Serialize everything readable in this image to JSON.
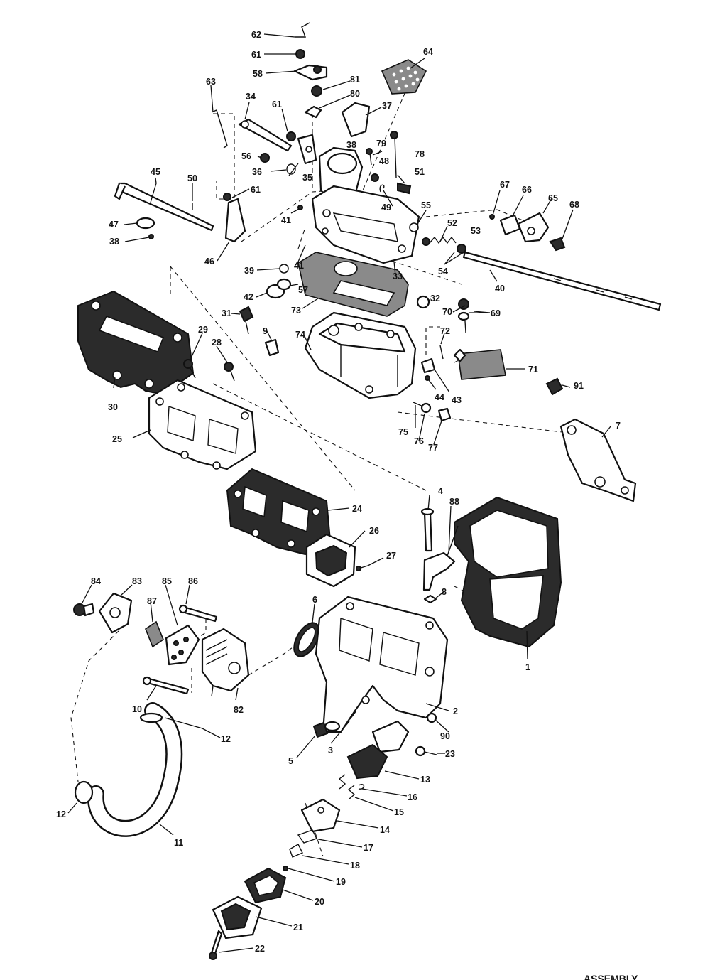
{
  "footer_text": "…ASSEMBLY",
  "callouts": [
    "62",
    "61",
    "58",
    "64",
    "81",
    "80",
    "63",
    "34",
    "61",
    "37",
    "38",
    "79",
    "48",
    "78",
    "56",
    "36",
    "35",
    "51",
    "45",
    "50",
    "61",
    "49",
    "41",
    "55",
    "67",
    "66",
    "65",
    "68",
    "52",
    "53",
    "47",
    "38",
    "46",
    "39",
    "41",
    "33",
    "54",
    "40",
    "42",
    "57",
    "73",
    "32",
    "70",
    "69",
    "31",
    "9",
    "74",
    "72",
    "71",
    "29",
    "28",
    "43",
    "44",
    "91",
    "30",
    "75",
    "76",
    "77",
    "7",
    "25",
    "24",
    "4",
    "88",
    "26",
    "27",
    "84",
    "83",
    "85",
    "86",
    "87",
    "6",
    "8",
    "1",
    "10",
    "82",
    "12",
    "2",
    "90",
    "3",
    "5",
    "23",
    "13",
    "16",
    "15",
    "12",
    "11",
    "14",
    "17",
    "18",
    "19",
    "20",
    "21",
    "22"
  ]
}
